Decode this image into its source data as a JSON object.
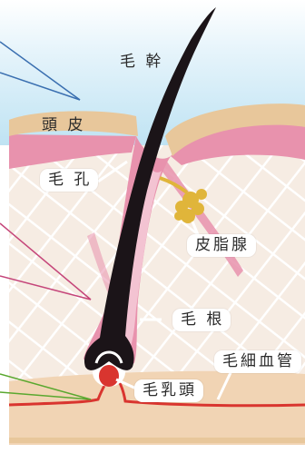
{
  "labels": {
    "shaft": "毛 幹",
    "scalp": "頭 皮",
    "pore": "毛 孔",
    "sebaceous_gland": "皮脂腺",
    "root": "毛 根",
    "capillary": "毛細血管",
    "papilla": "毛乳頭"
  },
  "colors": {
    "sky": "#bfe3f3",
    "skin_surface": "#e8c79b",
    "dermis_fill": "#f6ece3",
    "pink_layer": "#e892ad",
    "hair": "#1b1418",
    "gland": "#e0b53a",
    "capillary": "#d9352f",
    "pointer_blue": "#3a6fb0",
    "pointer_pink": "#c5467a",
    "pointer_green": "#5aa82f"
  }
}
